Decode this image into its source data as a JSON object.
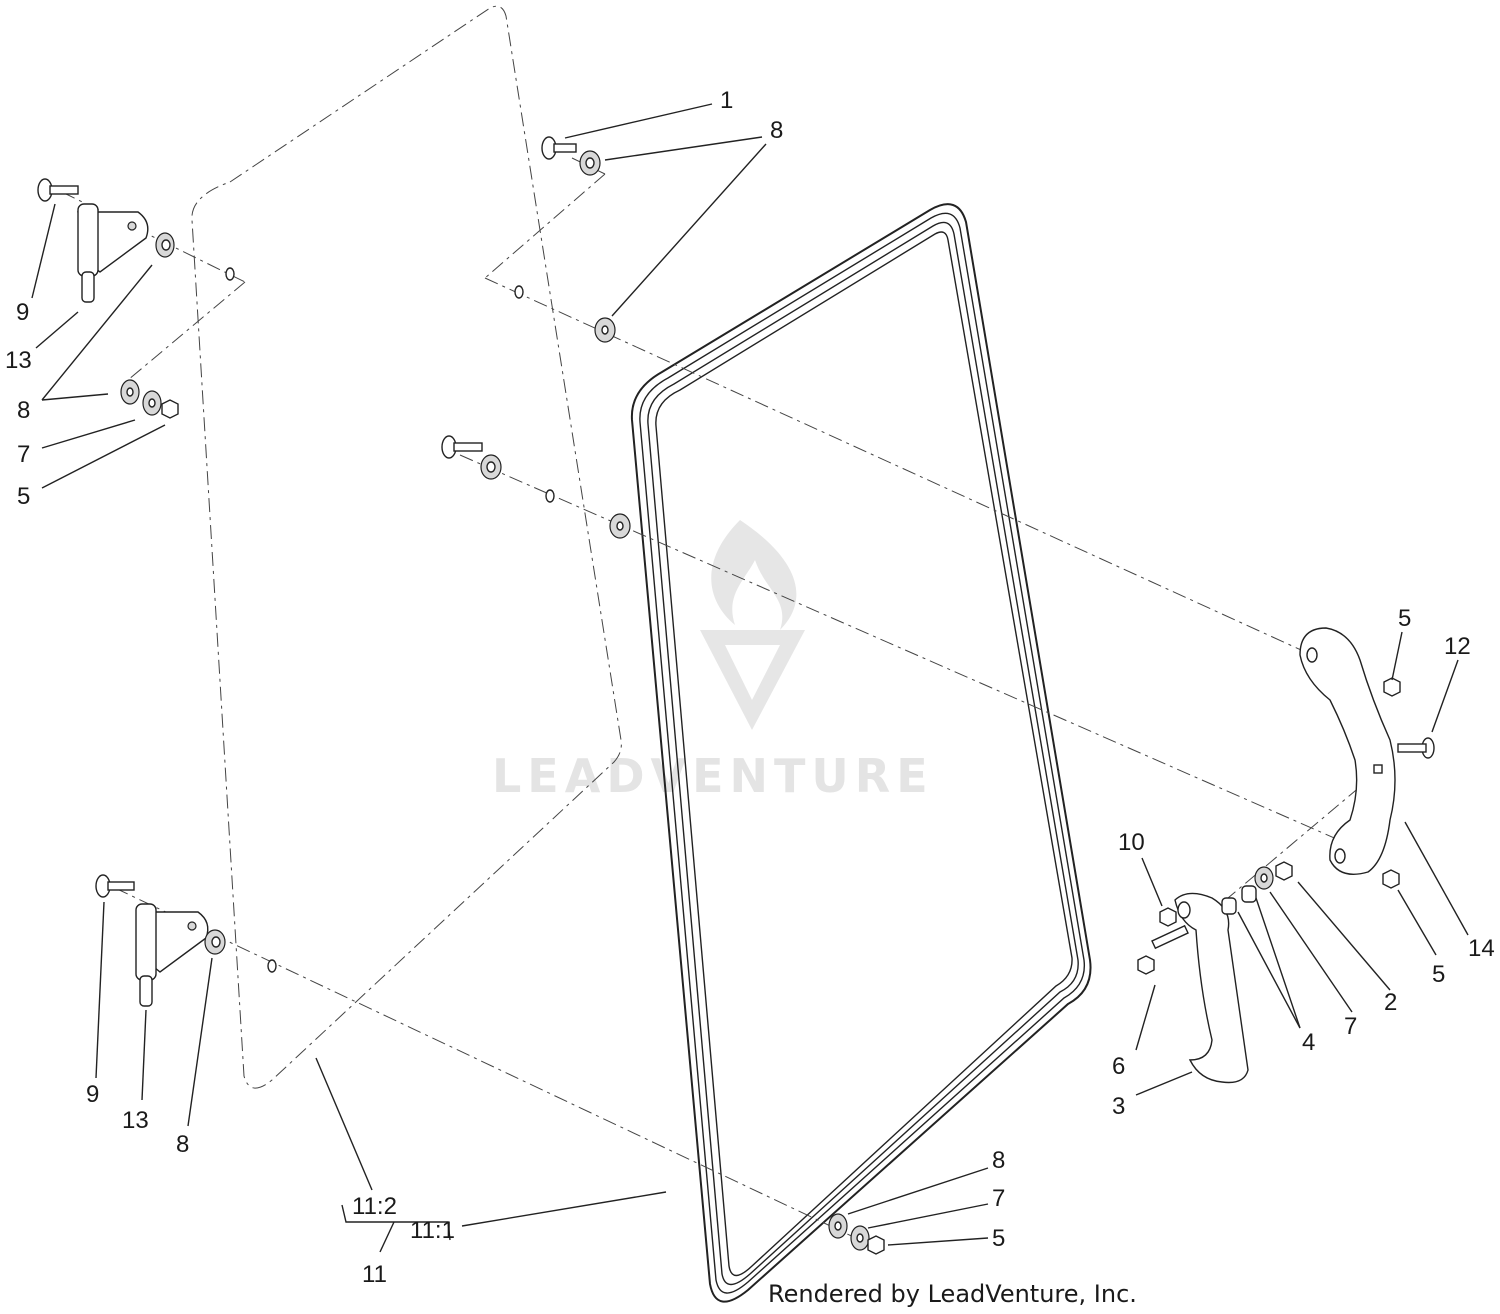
{
  "callouts": [
    {
      "id": "c1",
      "text": "1"
    },
    {
      "id": "c8a",
      "text": "8"
    },
    {
      "id": "c9a",
      "text": "9"
    },
    {
      "id": "c13a",
      "text": "13"
    },
    {
      "id": "c8b",
      "text": "8"
    },
    {
      "id": "c7a",
      "text": "7"
    },
    {
      "id": "c5a",
      "text": "5"
    },
    {
      "id": "c5b",
      "text": "5"
    },
    {
      "id": "c12",
      "text": "12"
    },
    {
      "id": "c10",
      "text": "10"
    },
    {
      "id": "c14",
      "text": "14"
    },
    {
      "id": "c5c",
      "text": "5"
    },
    {
      "id": "c2",
      "text": "2"
    },
    {
      "id": "c7b",
      "text": "7"
    },
    {
      "id": "c4",
      "text": "4"
    },
    {
      "id": "c6",
      "text": "6"
    },
    {
      "id": "c3",
      "text": "3"
    },
    {
      "id": "c9b",
      "text": "9"
    },
    {
      "id": "c13b",
      "text": "13"
    },
    {
      "id": "c8c",
      "text": "8"
    },
    {
      "id": "c8d",
      "text": "8"
    },
    {
      "id": "c7c",
      "text": "7"
    },
    {
      "id": "c5d",
      "text": "5"
    },
    {
      "id": "c11-2",
      "text": "11:2"
    },
    {
      "id": "c11-1",
      "text": "11:1"
    },
    {
      "id": "c11",
      "text": "11"
    }
  ],
  "watermark": "LEADVENTURE",
  "credit": "Rendered by LeadVenture, Inc.",
  "colors": {
    "line": "#222222",
    "watermark": "#e4e4e4",
    "background": "#ffffff"
  }
}
